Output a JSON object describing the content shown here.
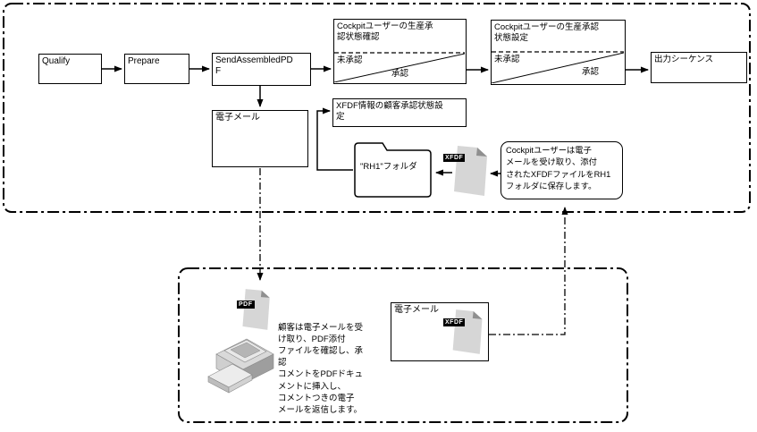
{
  "colors": {
    "line": "#000000",
    "page_fill": "#d6d6d6",
    "page_fold": "#8f8f8f",
    "label_bg": "#000000",
    "label_fg": "#ffffff"
  },
  "top_flow": {
    "qualify": "Qualify",
    "prepare": "Prepare",
    "send_assembled_pdf": "SendAssembledPD\nF",
    "state_check": {
      "title": "Cockpitユーザーの生産承\n認状態確認",
      "unapproved": "未承認",
      "approved": "承認"
    },
    "state_set": {
      "title": "Cockpitユーザーの生産承認\n状態設定",
      "unapproved": "未承認",
      "approved": "承認"
    },
    "output_sequence": "出力シーケンス",
    "xfdf_status_box": "XFDF情報の顧客承認状態設\n定",
    "email_box": "電子メール",
    "folder_label": "\"RH1\"フォルダ",
    "note": "Cockpitユーザーは電子\nメールを受け取り、添付\nされたXFDFファイルをRH1\nフォルダに保存します。",
    "xfdf_icon_label": "XFDF"
  },
  "bottom_flow": {
    "pdf_icon_label": "PDF",
    "customer_note": "顧客は電子メールを受\nけ取り、PDF添付\nファイルを確認し、承\n認\nコメントをPDFドキュ\nメントに挿入し、\nコメントつきの電子\nメールを返信します。",
    "email_box": "電子メール",
    "xfdf_icon_label": "XFDF"
  }
}
